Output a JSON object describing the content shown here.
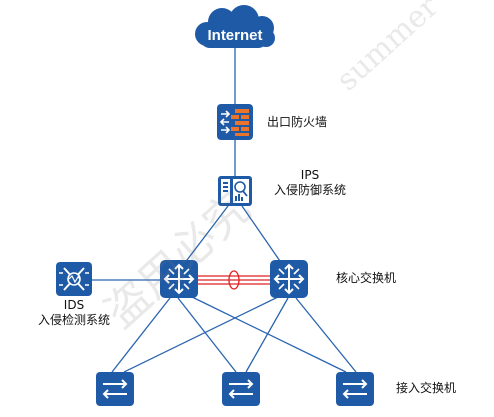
{
  "nodes": {
    "internet": {
      "label": "Internet"
    },
    "firewall": {
      "label": "出口防火墙"
    },
    "ips": {
      "line1": "IPS",
      "line2": "入侵防御系统"
    },
    "ids": {
      "line1": "IDS",
      "line2": "入侵检测系统"
    },
    "core": {
      "label": "核心交换机"
    },
    "access": {
      "label": "接入交换机"
    }
  },
  "watermark": {
    "latin": "summer",
    "cjk": "盗用必究"
  },
  "colors": {
    "device_blue": "#1f5aa6",
    "cloud_blue": "#1f5aa6",
    "link_blue": "#2a64b0",
    "aggregation_red": "#e02020"
  },
  "icons": {
    "firewall": "firewall-icon",
    "ips": "ips-icon",
    "ids": "ids-icon",
    "core": "router-switch-icon",
    "access": "switch-icon",
    "internet": "cloud-icon"
  }
}
